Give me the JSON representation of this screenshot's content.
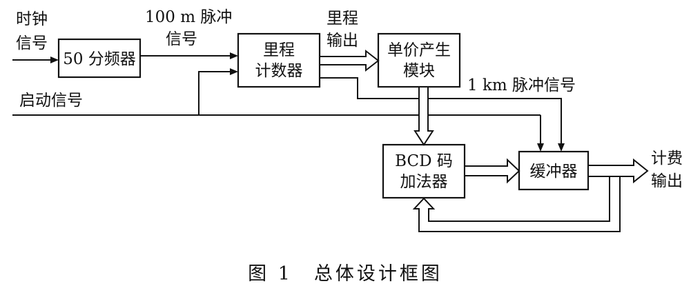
{
  "diagram": {
    "blocks": {
      "divider": "50 分频器",
      "mileage_counter": [
        "里程",
        "计数器"
      ],
      "unit_price": [
        "单价产生",
        "模块"
      ],
      "bcd_adder": [
        "BCD 码",
        "加法器"
      ],
      "buffer": "缓冲器"
    },
    "signals": {
      "clock": [
        "时钟",
        "信号"
      ],
      "pulse_100m": [
        "100 m 脉冲",
        "信号"
      ],
      "mileage_out": [
        "里程",
        "输出"
      ],
      "pulse_1km": "1 km 脉冲信号",
      "start": "启动信号",
      "fee_out": [
        "计费",
        "输出"
      ]
    },
    "caption": "图 1　总体设计框图"
  }
}
